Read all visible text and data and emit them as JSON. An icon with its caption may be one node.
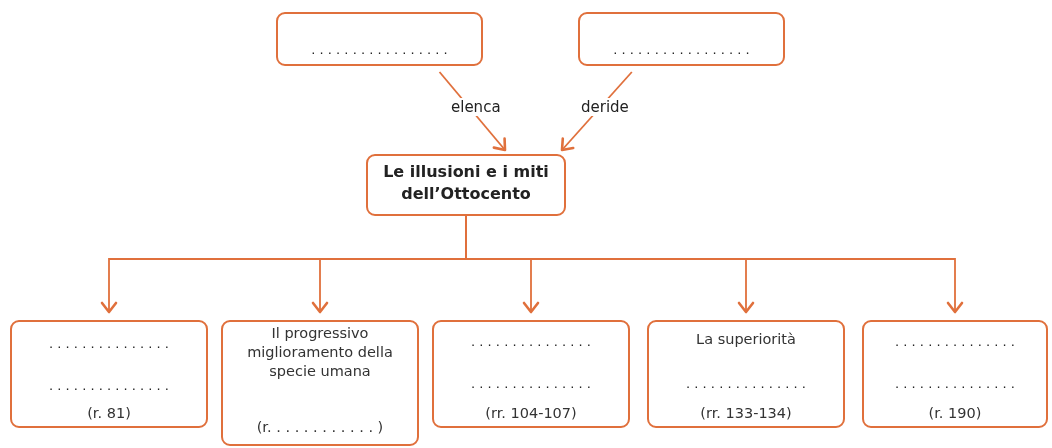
{
  "diagram": {
    "nodes": [
      {
        "text": [
          ". . . . . . . . . . . . . . . . ."
        ]
      },
      {
        "text": [
          ". . . . . . . . . . . . . . . . ."
        ]
      },
      {
        "text": [
          "Le illusioni e i miti dell’Ottocento"
        ]
      },
      {
        "text": [
          ". . . . . . . . . . . . . . .",
          ". . . . . . . . . . . . . . .",
          "(r. 81)"
        ]
      },
      {
        "text": [
          "Il progressivo miglioramento della specie umana",
          "(r. . . . . . . . . . . . )"
        ]
      },
      {
        "text": [
          ". . . . . . . . . . . . . . .",
          ". . . . . . . . . . . . . . .",
          "(rr. 104-107)"
        ]
      },
      {
        "text": [
          "La superiorità",
          ". . . . . . . . . . . . . . .",
          "(rr. 133-134)"
        ]
      },
      {
        "text": [
          ". . . . . . . . . . . . . . .",
          ". . . . . . . . . . . . . . .",
          "(r. 190)"
        ]
      }
    ],
    "edges": [
      {
        "from": 0,
        "to": 2,
        "arrow": "to",
        "label": "elenca"
      },
      {
        "from": 1,
        "to": 2,
        "arrow": "to",
        "label": "deride"
      },
      {
        "from": 2,
        "to": 3,
        "arrow": "to"
      },
      {
        "from": 2,
        "to": 4,
        "arrow": "to"
      },
      {
        "from": 2,
        "to": 5,
        "arrow": "to"
      },
      {
        "from": 2,
        "to": 6,
        "arrow": "to"
      },
      {
        "from": 2,
        "to": 7,
        "arrow": "to"
      }
    ]
  }
}
